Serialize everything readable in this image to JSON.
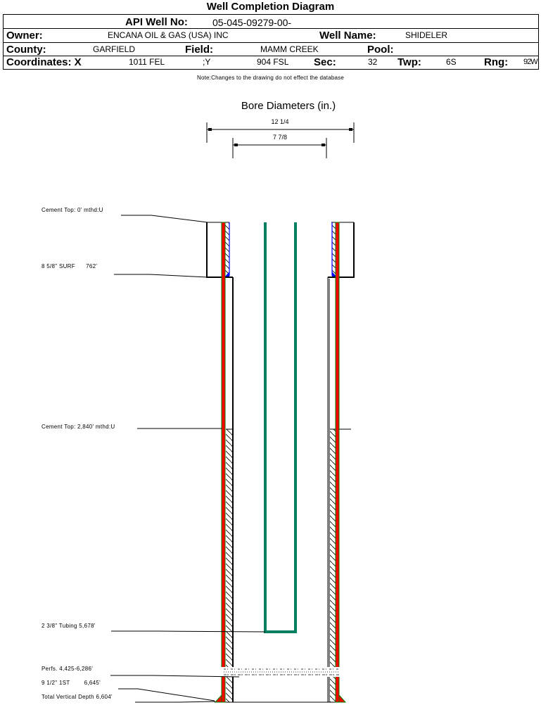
{
  "title": "Well Completion Diagram",
  "header": {
    "api_label": "API Well No:",
    "api_value": "05-045-09279-00-",
    "owner_label": "Owner:",
    "owner_value": "ENCANA OIL & GAS (USA) INC",
    "well_name_label": "Well Name:",
    "well_name_value": "SHIDELER",
    "county_label": "County:",
    "county_value": "GARFIELD",
    "field_label": "Field:",
    "field_value": "MAMM CREEK",
    "pool_label": "Pool:",
    "pool_value": "",
    "coords_label": "Coordinates: X",
    "coord_x_value": "1011 FEL",
    "coord_y_label": ";Y",
    "coord_y_value": "904 FSL",
    "sec_label": "Sec:",
    "sec_value": "32",
    "twp_label": "Twp:",
    "twp_value": "6S",
    "rng_label": "Rng:",
    "rng_value": "92W"
  },
  "note": "Note:Changes to the drawing do not effect the database",
  "diagram": {
    "title": "Bore Diameters (in.)",
    "bore_diameters": [
      "12 1/4",
      "7 7/8"
    ],
    "callouts": [
      {
        "text": "Cement Top: 0' mthd:U"
      },
      {
        "text": "8 5/8\" SURF      762'"
      },
      {
        "text": "Cement Top: 2,840' mthd:U"
      },
      {
        "text": "2 3/8\" Tubing 5,678'"
      },
      {
        "text": "Perfs. 4,425-6,286'"
      },
      {
        "text": "9 1/2\" 1ST        6,645'"
      },
      {
        "text": "Total Vertical Depth 6,604'"
      }
    ],
    "colors": {
      "casing": "#ff0000",
      "casing_edge": "#008000",
      "tubing": "#008060",
      "cement_shoe": "#0000ff",
      "line": "#000000"
    }
  }
}
